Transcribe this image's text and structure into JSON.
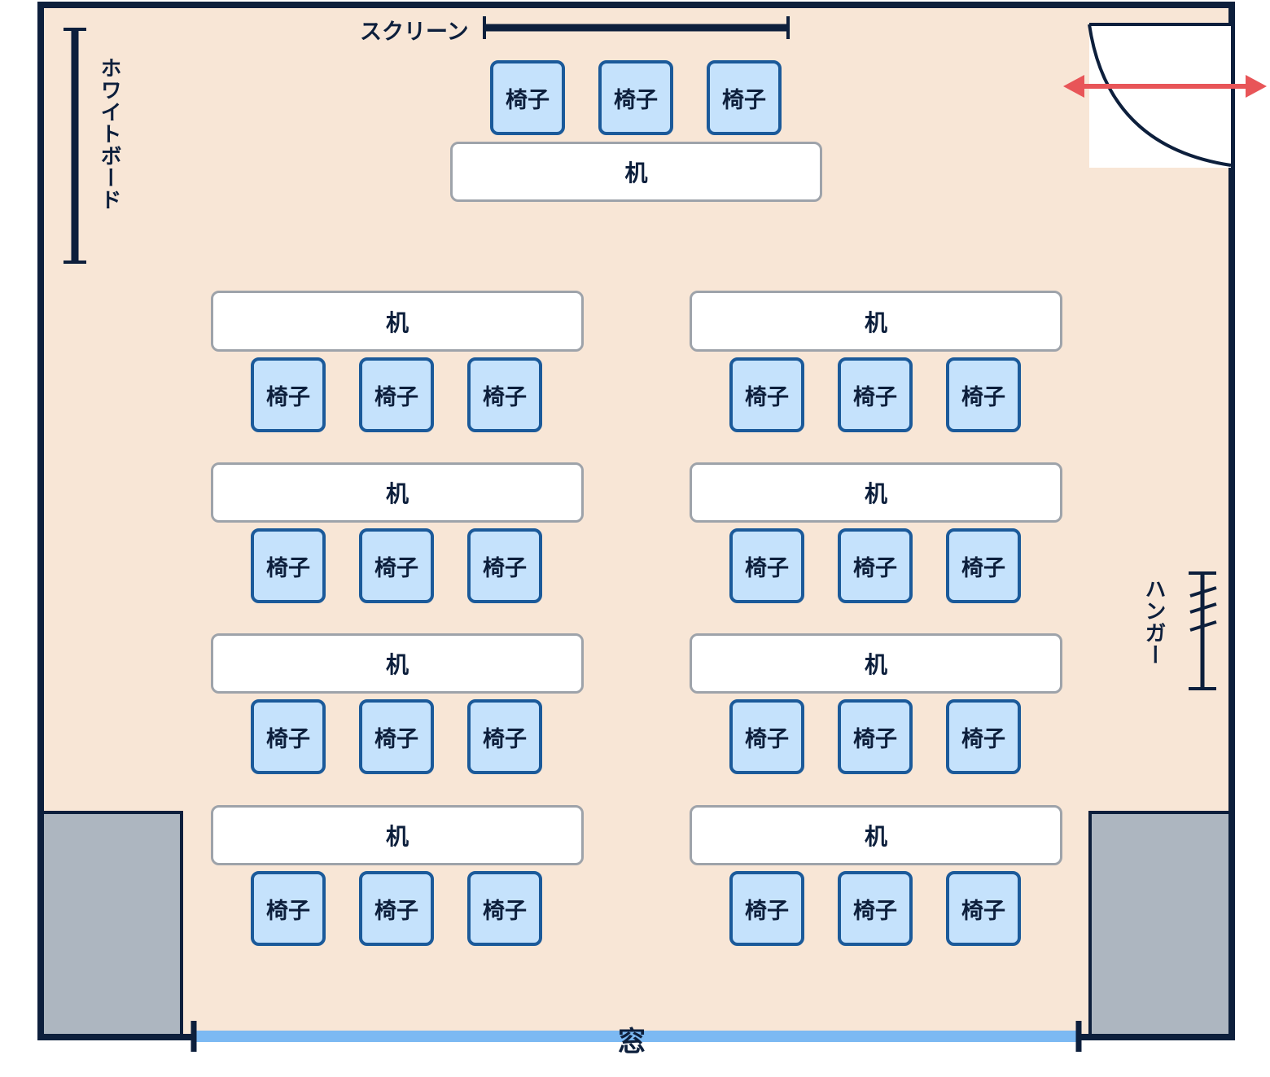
{
  "labels": {
    "screen": "スクリーン",
    "whiteboard": "ホワイトボード",
    "hanger": "ハンガー",
    "window": "窓",
    "desk": "机",
    "chair": "椅子"
  },
  "colors": {
    "wall": "#0d1f3c",
    "floor": "#f8e6d6",
    "desk_fill": "#ffffff",
    "desk_border": "#9ea3aa",
    "chair_fill": "#c5e2fc",
    "chair_border": "#1b5a9a",
    "cabinet": "#adb6c0",
    "window": "#7cb9f3",
    "door_arrow": "#e85558"
  },
  "front_group": {
    "desk": "机",
    "chairs": [
      "椅子",
      "椅子",
      "椅子"
    ]
  },
  "left_column": [
    {
      "desk": "机",
      "chairs": [
        "椅子",
        "椅子",
        "椅子"
      ]
    },
    {
      "desk": "机",
      "chairs": [
        "椅子",
        "椅子",
        "椅子"
      ]
    },
    {
      "desk": "机",
      "chairs": [
        "椅子",
        "椅子",
        "椅子"
      ]
    },
    {
      "desk": "机",
      "chairs": [
        "椅子",
        "椅子",
        "椅子"
      ]
    }
  ],
  "right_column": [
    {
      "desk": "机",
      "chairs": [
        "椅子",
        "椅子",
        "椅子"
      ]
    },
    {
      "desk": "机",
      "chairs": [
        "椅子",
        "椅子",
        "椅子"
      ]
    },
    {
      "desk": "机",
      "chairs": [
        "椅子",
        "椅子",
        "椅子"
      ]
    },
    {
      "desk": "机",
      "chairs": [
        "椅子",
        "椅子",
        "椅子"
      ]
    }
  ],
  "icons": {
    "door": "door-swing-icon",
    "door_arrow": "double-arrow-icon",
    "hanger": "hanger-rail-icon",
    "screen": "screen-bar-icon",
    "whiteboard": "whiteboard-bar-icon",
    "window": "window-bar-icon"
  }
}
